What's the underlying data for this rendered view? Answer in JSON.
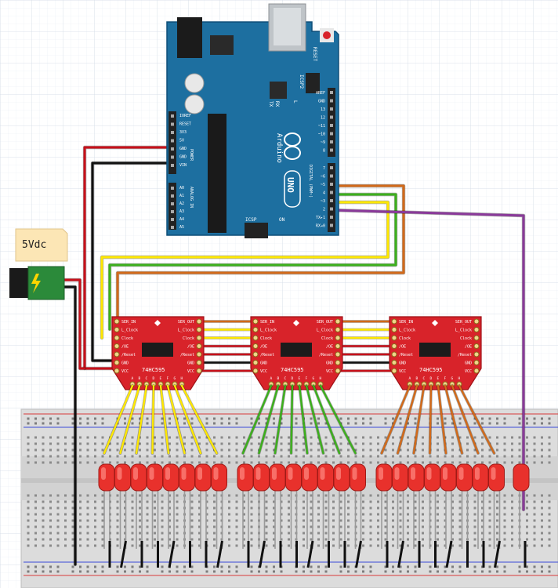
{
  "power_label": "5Vdc",
  "arduino": {
    "brand": "Arduino",
    "model": "UNO",
    "reset": "RESET",
    "icsp2": "ICSP2",
    "icsp": "ICSP",
    "on": "ON",
    "tx": "TX",
    "rx": "RX",
    "l": "L",
    "power_header": "POWER",
    "analog_header": "ANALOG IN",
    "digital_header": "DIGITAL (PWM~)",
    "power_pins": [
      "IOREF",
      "RESET",
      "3V3",
      "5V",
      "GND",
      "GND",
      "VIN"
    ],
    "analog_pins": [
      "A0",
      "A1",
      "A2",
      "A3",
      "A4",
      "A5"
    ],
    "digital_top": [
      "AREF",
      "GND",
      "13",
      "12",
      "~11",
      "~10",
      "~9",
      "8"
    ],
    "digital_bottom": [
      "7",
      "~6",
      "~5",
      "4",
      "~3",
      "2",
      "TX▸1",
      "RX◂0"
    ]
  },
  "shift_register": {
    "chip": "74HC595",
    "left_pins": [
      "SER_IN",
      "L_Clock",
      "Clock",
      "/OE",
      "/Reset",
      "GND",
      "VCC"
    ],
    "right_pins": [
      "SER_OUT",
      "L_Clock",
      "Clock",
      "/OE",
      "/Reset",
      "GND",
      "VCC"
    ],
    "bottom_pins": [
      "A",
      "B",
      "C",
      "D",
      "E",
      "F",
      "G",
      "H"
    ]
  },
  "colors": {
    "board": "#1d6fa0",
    "module": "#d8232a",
    "wire_red": "#c8101a",
    "wire_black": "#111111",
    "wire_yellow": "#ffe800",
    "wire_green": "#3cb01c",
    "wire_orange": "#d26a1a",
    "wire_purple": "#8a3a9a",
    "led": "#e8312c"
  },
  "groups": [
    {
      "wire": "wire_yellow"
    },
    {
      "wire": "wire_green"
    },
    {
      "wire": "wire_orange"
    }
  ],
  "led_count_per_group": 8
}
